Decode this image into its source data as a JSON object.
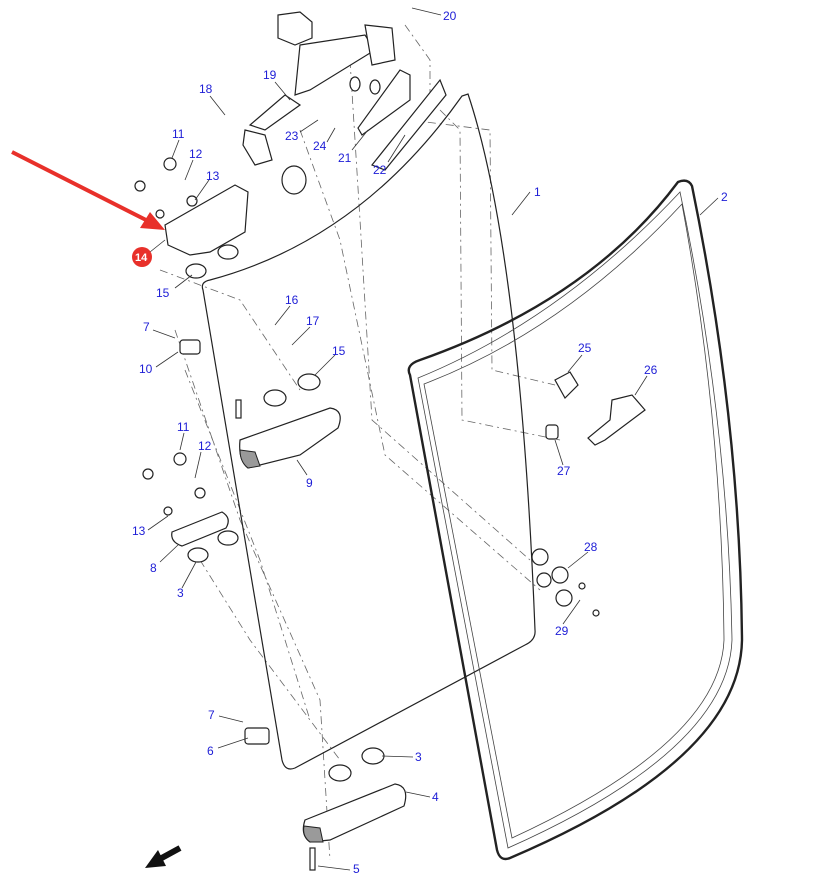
{
  "diagram": {
    "title": "Cab door glass assembly exploded view",
    "callouts": [
      {
        "label": "20"
      },
      {
        "label": "19"
      },
      {
        "label": "18"
      },
      {
        "label": "23"
      },
      {
        "label": "24"
      },
      {
        "label": "21"
      },
      {
        "label": "22"
      },
      {
        "label": "1"
      },
      {
        "label": "2"
      },
      {
        "label": "11"
      },
      {
        "label": "12"
      },
      {
        "label": "13"
      },
      {
        "label": "14"
      },
      {
        "label": "15"
      },
      {
        "label": "16"
      },
      {
        "label": "17"
      },
      {
        "label": "15"
      },
      {
        "label": "7"
      },
      {
        "label": "10"
      },
      {
        "label": "9"
      },
      {
        "label": "11"
      },
      {
        "label": "12"
      },
      {
        "label": "13"
      },
      {
        "label": "8"
      },
      {
        "label": "3"
      },
      {
        "label": "25"
      },
      {
        "label": "26"
      },
      {
        "label": "27"
      },
      {
        "label": "28"
      },
      {
        "label": "29"
      },
      {
        "label": "7"
      },
      {
        "label": "6"
      },
      {
        "label": "3"
      },
      {
        "label": "4"
      },
      {
        "label": "5"
      }
    ],
    "colors": {
      "callout": "#1d1dd6",
      "highlight": "#e8302a"
    }
  }
}
